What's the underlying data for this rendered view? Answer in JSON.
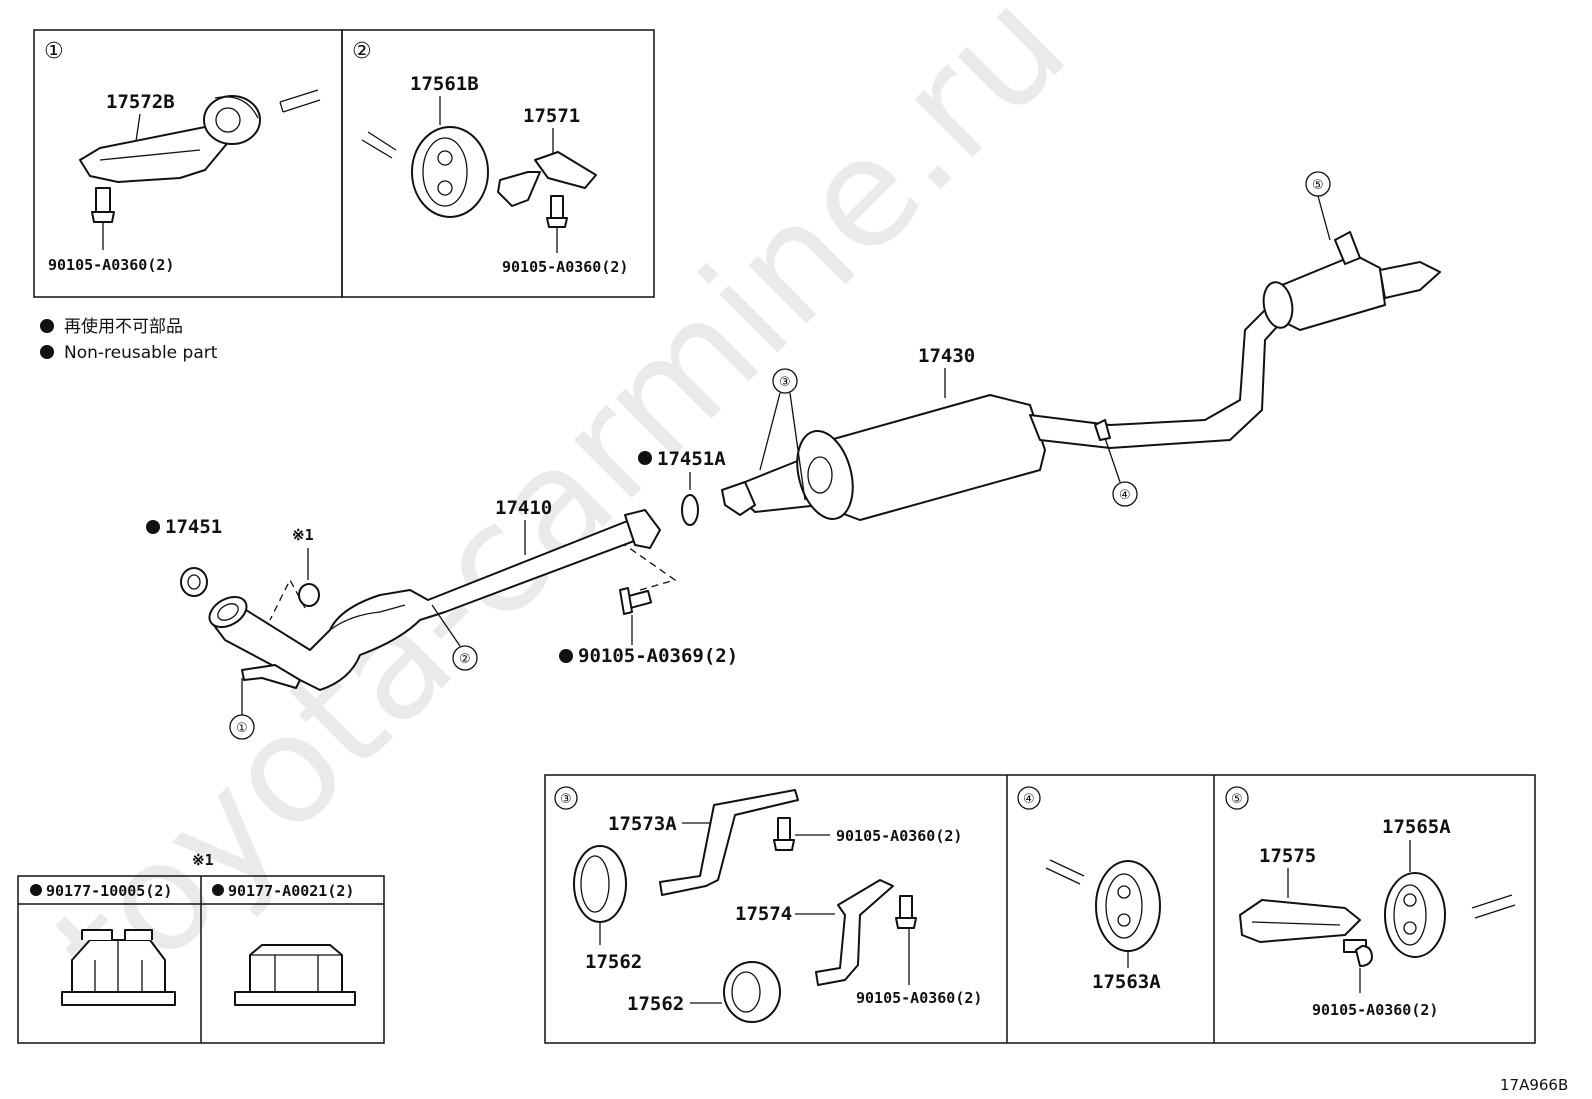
{
  "watermark": "toyota-carmine.ru",
  "legend": {
    "jp": "再使用不可部品",
    "en": "Non-reusable part"
  },
  "figure_code": "17A966B",
  "callouts": [
    "①",
    "②",
    "③",
    "④",
    "⑤"
  ],
  "note_mark": "※1",
  "panels": {
    "p1": {
      "num": "①",
      "part_bracket": "17572B",
      "bolt": "90105-A0360(2)"
    },
    "p2": {
      "num": "②",
      "part_hanger": "17561B",
      "part_bracket": "17571",
      "bolt": "90105-A0360(2)"
    },
    "p3": {
      "num": "③",
      "part_bracket_a": "17573A",
      "bolt_a": "90105-A0360(2)",
      "part_bracket_b": "17574",
      "bolt_b": "90105-A0360(2)",
      "hanger_a": "17562",
      "hanger_b": "17562"
    },
    "p4": {
      "num": "④",
      "hanger": "17563A"
    },
    "p5": {
      "num": "⑤",
      "part_bracket": "17575",
      "hanger": "17565A",
      "bolt": "90105-A0360(2)"
    },
    "nuts": {
      "note": "※1",
      "nut_a": "90177-10005(2)",
      "nut_b": "90177-A0021(2)"
    }
  },
  "main": {
    "front_pipe": "17410",
    "center_muffler": "17430",
    "gasket_front": "17451",
    "gasket_rear": "17451A",
    "bolt_front": "90105-A0369(2)"
  }
}
